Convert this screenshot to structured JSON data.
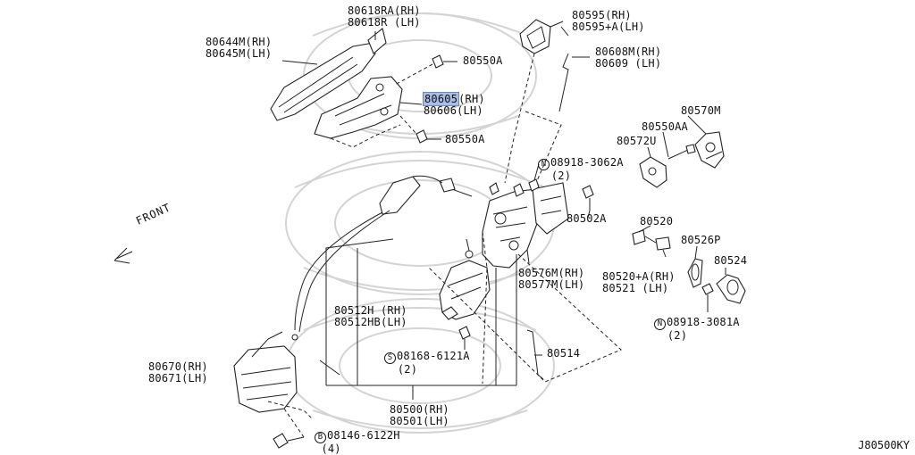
{
  "diagram_code": "J80500KY",
  "front_label": "FRONT",
  "part_labels": [
    {
      "id": "p80618",
      "lines": [
        "80618RA(RH)",
        "80618R (LH)"
      ]
    },
    {
      "id": "p80644",
      "lines": [
        "80644M(RH)",
        "80645M(LH)"
      ]
    },
    {
      "id": "p80550a-top",
      "lines": [
        "80550A"
      ]
    },
    {
      "id": "p80605",
      "lines": [
        "80605(RH)",
        "80606(LH)"
      ],
      "highlight_text": "80605",
      "rest_text": "(RH)"
    },
    {
      "id": "p80550a-mid",
      "lines": [
        "80550A"
      ]
    },
    {
      "id": "p80595",
      "lines": [
        "80595(RH)",
        "80595+A(LH)"
      ]
    },
    {
      "id": "p80608",
      "lines": [
        "80608M(RH)",
        "80609 (LH)"
      ]
    },
    {
      "id": "p80570",
      "lines": [
        "80570M"
      ]
    },
    {
      "id": "p80550aa",
      "lines": [
        "80550AA"
      ]
    },
    {
      "id": "p80572",
      "lines": [
        "80572U"
      ]
    },
    {
      "id": "p08918-3062",
      "lines": [
        "08918-3062A",
        "(2)"
      ],
      "prefix": "N"
    },
    {
      "id": "p80502a",
      "lines": [
        "80502A"
      ]
    },
    {
      "id": "p80520",
      "lines": [
        "80520"
      ]
    },
    {
      "id": "p80526p",
      "lines": [
        "80526P"
      ]
    },
    {
      "id": "p80524",
      "lines": [
        "80524"
      ]
    },
    {
      "id": "p80576",
      "lines": [
        "80576M(RH)",
        "80577M(LH)"
      ]
    },
    {
      "id": "p80520a",
      "lines": [
        "80520+A(RH)",
        "80521 (LH)"
      ]
    },
    {
      "id": "p08918-3081",
      "lines": [
        "08918-3081A",
        "(2)"
      ],
      "prefix": "N"
    },
    {
      "id": "p80512",
      "lines": [
        "80512H (RH)",
        "80512HB(LH)"
      ]
    },
    {
      "id": "p08168",
      "lines": [
        "08168-6121A",
        "(2)"
      ],
      "prefix": "S"
    },
    {
      "id": "p80514",
      "lines": [
        "80514"
      ]
    },
    {
      "id": "p80670",
      "lines": [
        "80670(RH)",
        "80671(LH)"
      ]
    },
    {
      "id": "p80500",
      "lines": [
        "80500(RH)",
        "80501(LH)"
      ]
    },
    {
      "id": "p08146",
      "lines": [
        "08146-6122H",
        "(4)"
      ],
      "prefix": "B"
    }
  ]
}
